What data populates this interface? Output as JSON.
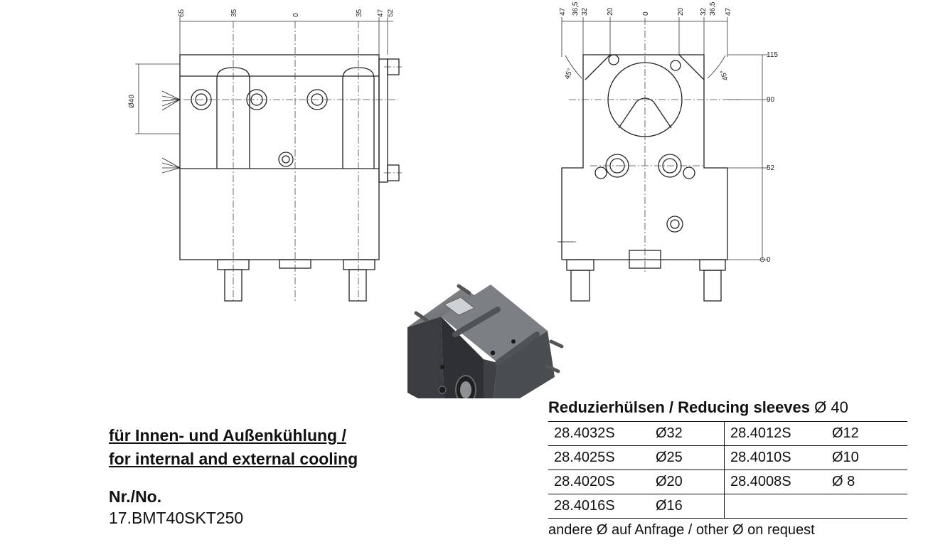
{
  "front_view": {
    "top_dims": [
      "65",
      "35",
      "0",
      "35",
      "47",
      "52"
    ],
    "side_dim": "Ø40"
  },
  "side_view": {
    "top_dims": [
      "47",
      "36,5",
      "32",
      "20",
      "0",
      "20",
      "32",
      "36,5",
      "47"
    ],
    "angle_left": "45°",
    "angle_right": "45°",
    "right_dims": [
      "115",
      "90",
      "52",
      "0"
    ]
  },
  "cooling": {
    "line1": "für Innen- und Außenkühlung /",
    "line2": "for internal and external cooling"
  },
  "number": {
    "label": "Nr./No.",
    "value": "17.BMT40SKT250"
  },
  "sleeves": {
    "title_bold": "Reduzierhülsen / Reducing sleeves",
    "title_suffix": " Ø 40",
    "rows": [
      {
        "a_code": "28.4032S",
        "a_dia": "Ø32",
        "b_code": "28.4012S",
        "b_dia": "Ø12"
      },
      {
        "a_code": "28.4025S",
        "a_dia": "Ø25",
        "b_code": "28.4010S",
        "b_dia": "Ø10"
      },
      {
        "a_code": "28.4020S",
        "a_dia": "Ø20",
        "b_code": "28.4008S",
        "b_dia": "Ø 8"
      },
      {
        "a_code": "28.4016S",
        "a_dia": "Ø16",
        "b_code": "",
        "b_dia": ""
      }
    ],
    "note": "andere Ø auf Anfrage / other Ø on request"
  }
}
